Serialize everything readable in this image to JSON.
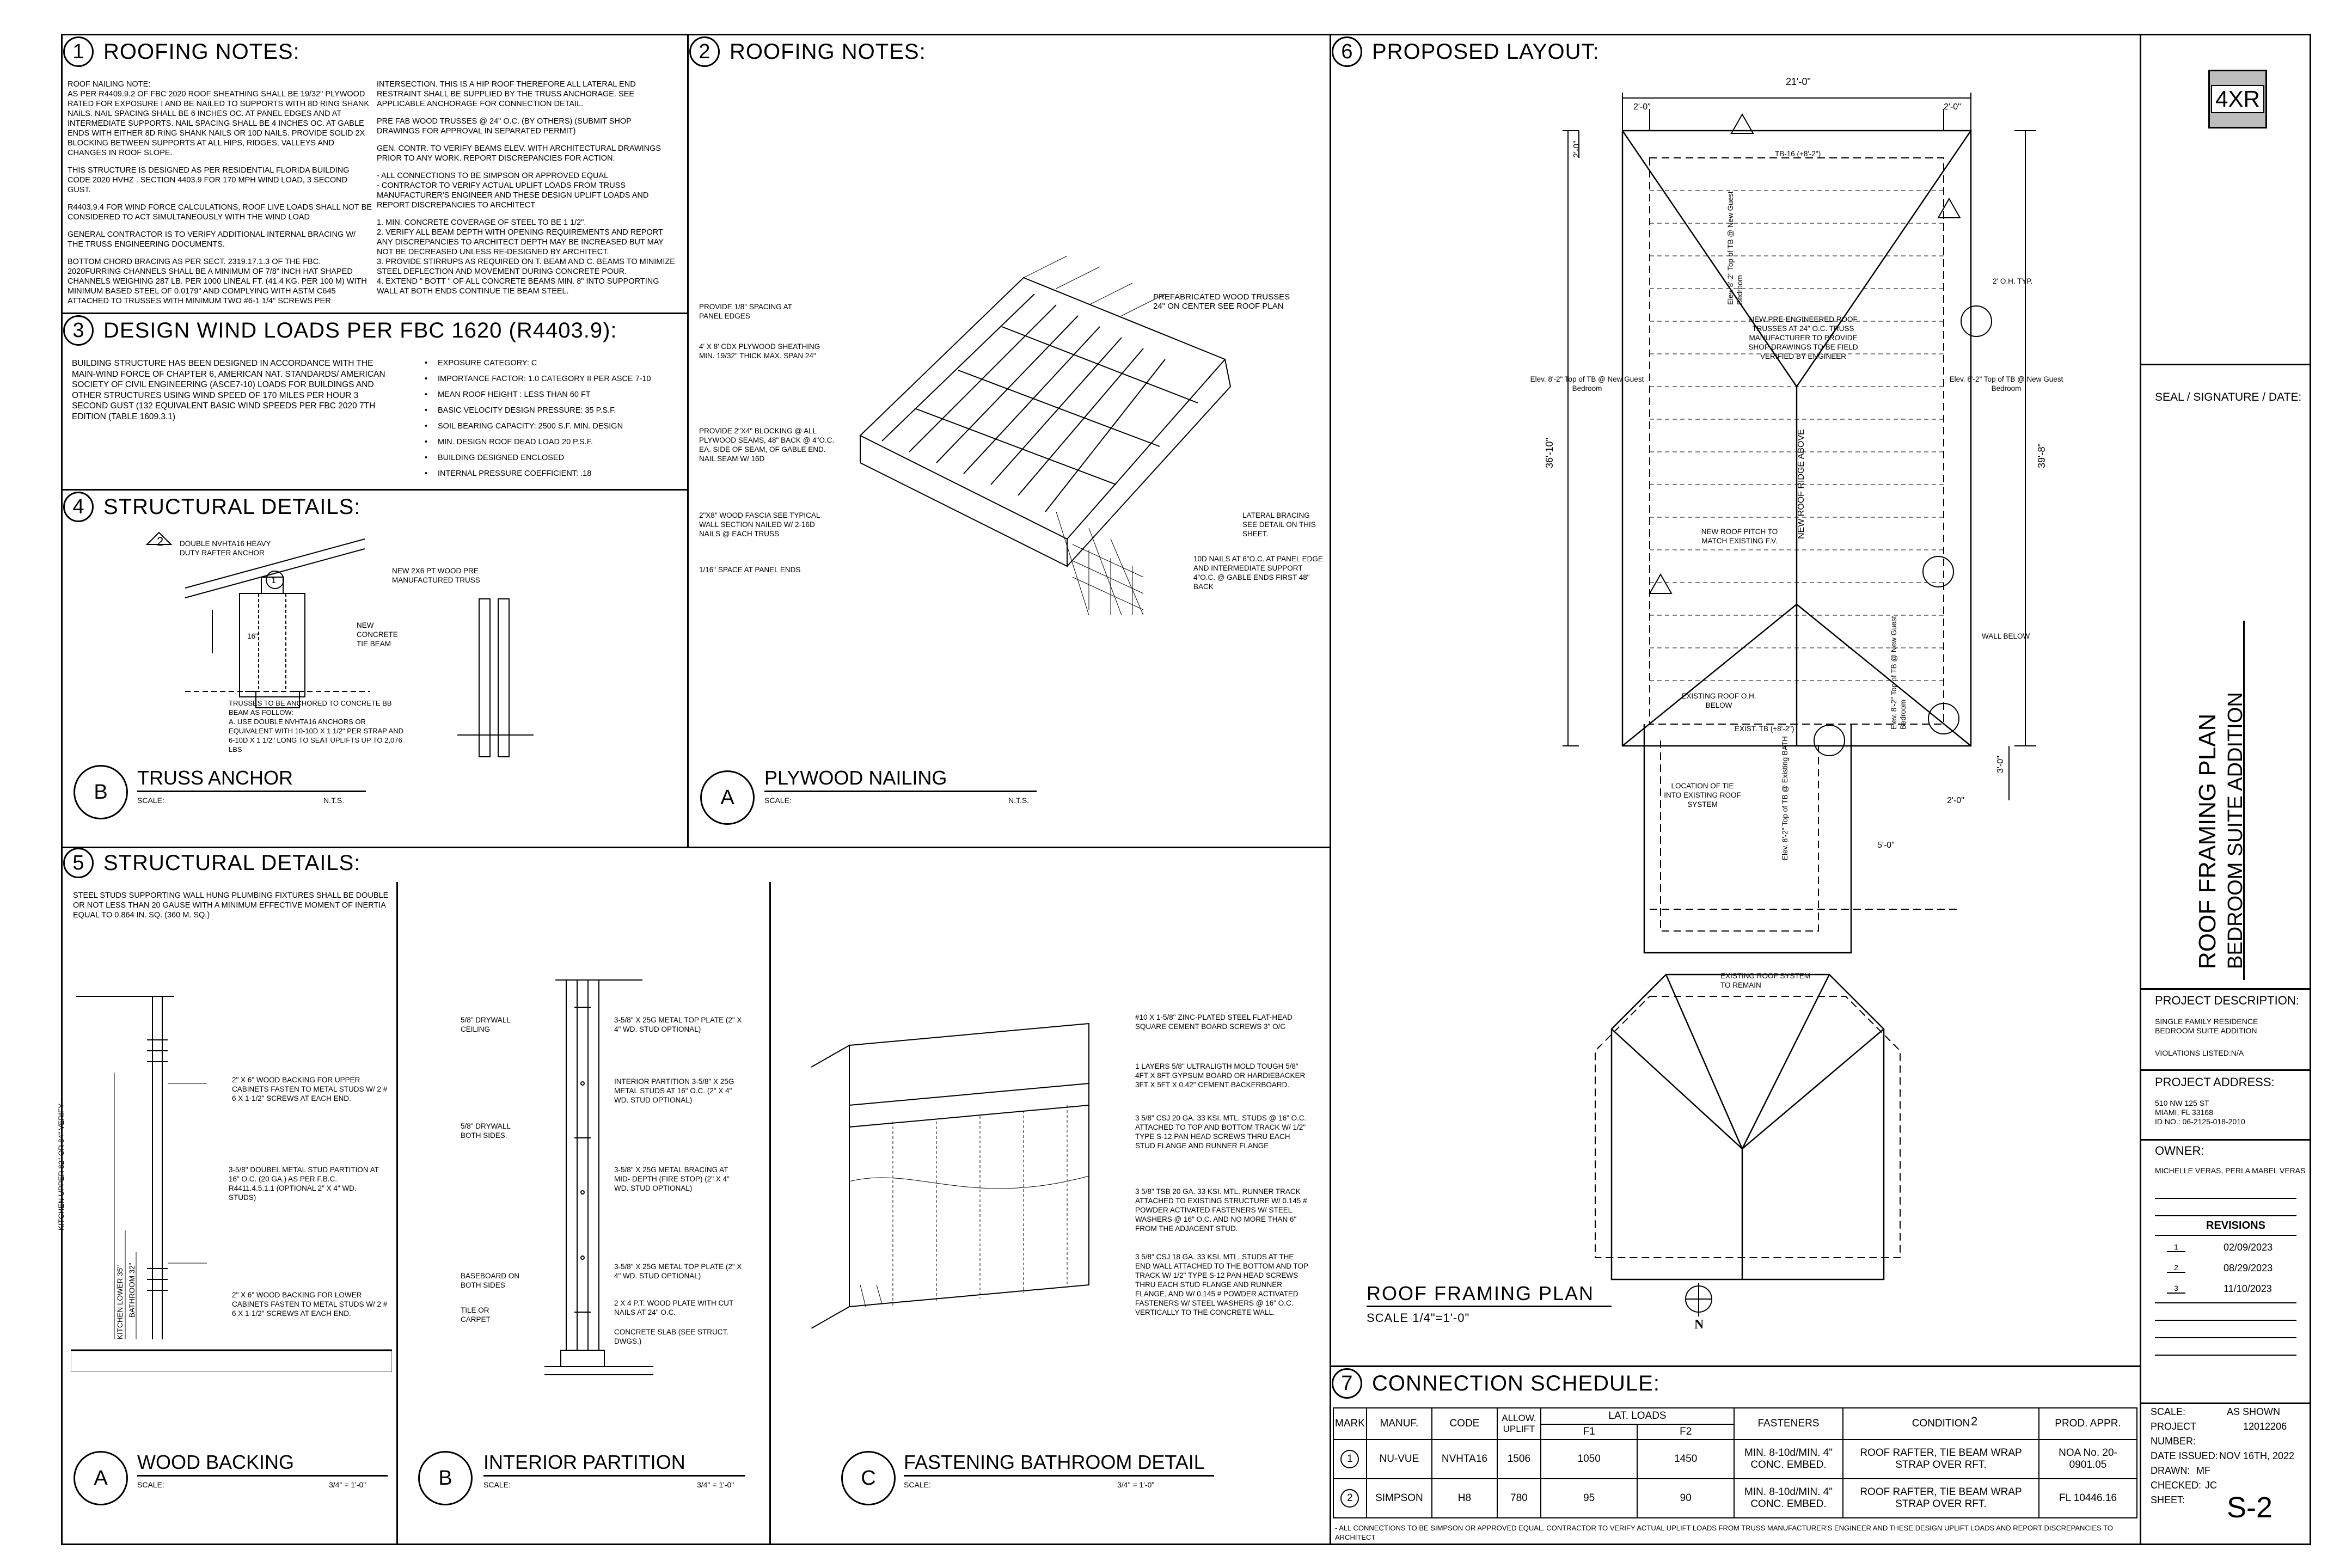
{
  "roofing_notes_1": {
    "number": "1",
    "title": "ROOFING NOTES:",
    "col1": [
      "ROOF NAILING NOTE:",
      "AS PER R4409.9.2 OF FBC 2020 ROOF SHEATHING SHALL BE 19/32\" PLYWOOD RATED FOR EXPOSURE I AND BE NAILED TO SUPPORTS WITH 8d RING SHANK NAILS. NAIL SPACING SHALL BE 6 INCHES OC. AT PANEL EDGES AND AT INTERMEDIATE SUPPORTS. NAIL SPACING SHALL BE 4 INCHES OC. AT GABLE ENDS WITH EITHER 8d RING SHANK NAILS OR 10d NAILS. PROVIDE SOLID 2x BLOCKING BETWEEN SUPPORTS AT ALL HIPS, RIDGES, VALLEYS AND CHANGES IN ROOF SLOPE.",
      "THIS STRUCTURE IS DESIGNED AS PER RESIDENTIAL FLORIDA BUILDING CODE 2020 HVHZ . SECTION 4403.9 FOR 170 MPH WIND LOAD, 3 SECOND GUST.",
      "R4403.9.4 FOR WIND FORCE CALCULATIONS, ROOF LIVE LOADS SHALL NOT BE CONSIDERED TO ACT SIMULTANEOUSLY WITH THE WIND LOAD",
      "GENERAL CONTRACTOR IS TO VERIFY ADDITIONAL INTERNAL BRACING W/ THE TRUSS ENGINEERING DOCUMENTS.",
      "BOTTOM CHORD BRACING AS PER SECT. 2319.17.1.3 OF THE FBC. 2020FURRING CHANNELS SHALL BE A MINIMUM OF 7/8\" INCH HAT SHAPED CHANNELS WEIGHING 287 LB. PER 1000 LINEAL FT. (41.4 kg. PER 100 m) WITH MINIMUM BASED STEEL OF 0.0179\" AND COMPLYING WITH ASTM C645 ATTACHED TO TRUSSES WITH MINIMUM TWO #6-1 1/4\" SCREWS PER"
    ],
    "col2": [
      "INTERSECTION. THIS IS A HIP ROOF THEREFORE ALL LATERAL END RESTRAINT SHALL BE SUPPLIED BY THE TRUSS ANCHORAGE. SEE APPLICABLE ANCHORAGE FOR CONNECTION DETAIL.",
      "PRE FAB WOOD TRUSSES @ 24\" O.C. (BY OTHERS) (SUBMIT SHOP DRAWINGS FOR APPROVAL IN SEPARATED PERMIT)",
      "GEN. CONTR. TO VERIFY BEAMS ELEV. WITH ARCHITECTURAL DRAWINGS PRIOR TO ANY WORK. REPORT DISCREPANCIES FOR ACTION.",
      "- ALL CONNECTIONS TO BE SIMPSON OR APPROVED EQUAL",
      "- CONTRACTOR TO VERIFY ACTUAL UPLIFT LOADS FROM TRUSS MANUFACTURER'S ENGINEER AND THESE DESIGN UPLIFT LOADS AND REPORT DISCREPANCIES TO ARCHITECT",
      "1. MIN. CONCRETE COVERAGE OF STEEL TO BE 1 1/2\".",
      "2. VERIFY ALL BEAM DEPTH WITH OPENING REQUIREMENTS AND REPORT ANY DISCREPANCIES TO ARCHITECT DEPTH MAY BE INCREASED BUT MAY NOT BE DECREASED UNLESS RE-DESIGNED BY ARCHITECT.",
      "3. PROVIDE STIRRUPS AS REQUIRED ON T. BEAM AND C. BEAMS TO MINIMIZE STEEL DEFLECTION AND MOVEMENT DURING CONCRETE POUR.",
      "4. EXTEND \" BOTT \" OF ALL CONCRETE BEAMS MIN. 8\" INTO SUPPORTING WALL AT BOTH ENDS CONTINUE TIE BEAM STEEL."
    ]
  },
  "roofing_notes_2": {
    "number": "2",
    "title": "ROOFING NOTES:",
    "labels": {
      "l1": "PROVIDE 1/8\" SPACING AT PANEL EDGES",
      "l2": "4' x 8' CDX PLYWOOD SHEATHING MIN. 19/32\" THICK MAX. SPAN 24\"",
      "l3": "PROVIDE 2\"x4\" BLOCKING @ ALL PLYWOOD SEAMS, 48\" BACK @ 4\"o.c. EA. SIDE OF SEAM, OF GABLE END. NAIL SEAM w/ 16d",
      "l4": "2\"x8\" WOOD FASCIA SEE TYPICAL WALL SECTION NAILED W/ 2-16d NAILS @ EACH TRUSS",
      "l5": "1/16\" SPACE AT PANEL ENDS",
      "r1": "PREFABRICATED WOOD TRUSSES 24\" ON CENTER SEE ROOF PLAN",
      "r2": "LATERAL BRACING SEE DETAIL ON THIS SHEET.",
      "r3": "10d NAILS AT 6\"o.c. AT PANEL EDGE AND INTERMEDIATE SUPPORT 4\"o.c. @ GABLE ENDS FIRST 48\" BACK"
    },
    "detail": {
      "letter": "A",
      "title": "PLYWOOD NAILING",
      "scale_label": "SCALE:",
      "scale_value": "N.T.S."
    }
  },
  "wind_loads": {
    "number": "3",
    "title": "DESIGN WIND LOADS PER FBC 1620 (R4403.9):",
    "text": "BUILDING STRUCTURE HAS BEEN DESIGNED IN ACCORDANCE WITH THE MAIN-WIND FORCE OF CHAPTER 6, AMERICAN NAT. STANDARDS/ AMERICAN SOCIETY OF CIVIL ENGINEERING (ASCE7-10) LOADS FOR BUILDINGS AND OTHER STRUCTURES USING WIND SPEED OF 170 MILES PER HOUR 3 SECOND GUST (132 EQUIVALENT BASIC WIND SPEEDS PER FBC 2020 7TH EDITION (TABLE 1609.3.1)",
    "bullets": [
      "EXPOSURE CATEGORY: C",
      "IMPORTANCE FACTOR: 1.0 CATEGORY II PER ASCE 7-10",
      "MEAN ROOF HEIGHT : LESS THAN 60 FT",
      "BASIC VELOCITY DESIGN PRESSURE: 35 P.S.F.",
      "SOIL BEARING CAPACITY: 2500 S.F. MIN. DESIGN",
      "MIN. DESIGN ROOF DEAD LOAD 20 P.S.F.",
      "BUILDING DESIGNED ENCLOSED",
      "INTERNAL PRESSURE COEFFICIENT: .18"
    ]
  },
  "structural_4": {
    "number": "4",
    "title": "STRUCTURAL DETAILS:",
    "labels": {
      "anchor": "DOUBLE NVHTA16 HEAVY DUTY RAFTER ANCHOR",
      "truss": "NEW 2X6 PT WOOD PRE MANUFACTURED TRUSS",
      "beam": "NEW CONCRETE TIE BEAM",
      "dim": "16\"",
      "note": "TRUSSES TO BE ANCHORED TO CONCRETE BB BEAM AS FOLLOW:\nA. USE DOUBLE NVHTA16 ANCHORS OR EQUIVALENT WITH 10-10d x 1 1/2\" PER STRAP AND 6-10d x 1 1/2\" LONG TO SEAT UPLIFTS UP TO 2,076 LBS"
    },
    "detail": {
      "letter": "B",
      "title": "TRUSS ANCHOR",
      "scale_label": "SCALE:",
      "scale_value": "N.T.S."
    }
  },
  "structural_5": {
    "number": "5",
    "title": "STRUCTURAL DETAILS:",
    "intro": "STEEL STUDS SUPPORTING WALL HUNG PLUMBING FIXTURES SHALL BE DOUBLE OR NOT LESS THAN 20 GAUSE WITH A MINIMUM EFFECTIVE MOMENT OF INERTIA EQUAL TO 0.864 IN. SQ. (360 m. sq.)",
    "wood_backing": {
      "labels": [
        "2\" x 6\" WOOD BACKING FOR UPPER CABINETS FASTEN TO METAL STUDS W/ 2 # 6 x 1-1/2\" SCREWS AT EACH END.",
        "3-5/8\" DOUBEL METAL STUD PARTITION AT 16\" O.C. (20 GA.) AS PER F.B.C. R4411.4.5.1.1 (OPTIONAL 2\" x 4\" WD. STUDS)",
        "2\" x 6\" WOOD BACKING FOR LOWER CABINETS FASTEN TO METAL STUDS W/ 2 # 6 x 1-1/2\" SCREWS AT EACH END."
      ],
      "vert": [
        "KITCHEN UPPER 82\" OR 84\" VERIFY",
        "KITCHEN LOWER 35\"",
        "BATHROOM 32\""
      ],
      "detail": {
        "letter": "A",
        "title": "WOOD BACKING",
        "scale_label": "SCALE:",
        "scale_value": "3/4\" = 1'-0\""
      }
    },
    "interior_partition": {
      "left": [
        "5/8\" DRYWALL CEILING",
        "5/8\" DRYWALL BOTH SIDES.",
        "BASEBOARD ON BOTH SIDES",
        "TILE OR CARPET"
      ],
      "right": [
        "3-5/8\" x 25g METAL TOP PLATE (2\" x 4\" WD. STUD OPTIONAL)",
        "INTERIOR PARTITION 3-5/8\" x 25g METAL STUDS AT 16\" O.C. (2\" x 4\" WD. STUD OPTIONAL)",
        "3-5/8\" x 25g METAL BRACING AT MID- DEPTH (FIRE STOP) (2\" x 4\" WD. STUD OPTIONAL)",
        "3-5/8\" x 25g METAL TOP PLATE (2\" x 4\" WD. STUD OPTIONAL)",
        "2 x 4 P.T. WOOD PLATE WITH CUT NAILS AT 24\" O.C.",
        "CONCRETE SLAB (SEE STRUCT. DWGS.)"
      ],
      "detail": {
        "letter": "B",
        "title": "INTERIOR PARTITION",
        "scale_label": "SCALE:",
        "scale_value": "3/4\" = 1'-0\""
      }
    },
    "fastening": {
      "labels": [
        "#10 X 1-5/8\" ZINC-PLATED STEEL FLAT-HEAD SQUARE CEMENT BOARD SCREWS 3\" O/C",
        "1 LAYERS 5/8\" ULTRALIGTH MOLD TOUGH 5/8\" 4FT X 8FT GYPSUM BOARD OR HARDIEBACKER 3FT X 5FT X 0.42\" CEMENT BACKERBOARD.",
        "3 5/8\" CSJ 20 GA. 33 KSI. MTL. STUDS @ 16\" O.C. ATTACHED TO TOP AND BOTTOM TRACK W/ 1/2\" TYPE S-12 PAN HEAD SCREWS THRU EACH STUD FLANGE AND RUNNER FLANGE",
        "3 5/8\" TSB 20 GA. 33 KSI. MTL. RUNNER TRACK ATTACHED TO EXISTING STRUCTURE W/ 0.145 # POWDER ACTIVATED FASTENERS W/ STEEL WASHERS @ 16\" O.C. AND NO MORE THAN 6\" FROM THE ADJACENT STUD.",
        "3 5/8\" CSJ 18 GA. 33 KSI. MTL. STUDS AT THE END WALL ATTACHED TO THE BOTTOM AND TOP TRACK W/ 1/2\" TYPE S-12 PAN HEAD SCREWS THRU EACH STUD FLANGE AND RUNNER FLANGE, AND W/ 0.145 # POWDER ACTIVATED FASTENERS W/ STEEL WASHERS @ 16\" O.C. VERTICALLY TO THE CONCRETE WALL."
      ],
      "detail": {
        "letter": "C",
        "title": "FASTENING BATHROOM DETAIL",
        "scale_label": "SCALE:",
        "scale_value": "3/4\" = 1'-0\""
      }
    }
  },
  "proposed_layout": {
    "number": "6",
    "title": "PROPOSED LAYOUT:",
    "dims": {
      "top": "21'-0\"",
      "tl": "2'-0\"",
      "tr": "2'-0\"",
      "left_top": "2'-0\"",
      "left": "36'-10\"",
      "right": "39'-8\"",
      "right_low": "3'-0\"",
      "bot1": "2'-0\"",
      "bot2": "5'-0\""
    },
    "labels": {
      "oh": "2' O.H. TYP.",
      "new_trusses": "NEW PRE-ENGINEERED ROOF TRUSSES AT 24\" O.C. TRUSS MANUFACTURER TO PROVIDE SHOP DRAWINGS TO BE FIELD VERIFIED BY ENGINEER",
      "elev_left": "Elev. 8'-2\" Top of TB @ New Guest Bedroom",
      "elev_right": "Elev. 8'-2\" Top of TB @ New Guest Bedroom",
      "elev_top": "Elev. 8'-2\" Top of TB @ New Guest Bedroom",
      "elev_mid": "Elev. 8'-2\" Top of TB @ New Guest Bedroom",
      "elev_bath": "Elev. 8'-2\" Top of TB @ Existing BATH",
      "ridge": "NEW ROOF RIDGE ABOVE",
      "pitch": "NEW ROOF PITCH TO MATCH EXISTING F.V.",
      "wall_below": "WALL BELOW",
      "existing_oh": "EXISTING ROOF O.H. BELOW",
      "exist_tb": "EXIST. TB (+8'-2\")",
      "location_tie": "LOCATION OF TIE INTO EXISTING ROOF SYSTEM",
      "existing_remain": "EXISTING ROOF SYSTEM TO REMAIN",
      "tb16": "TB-16 (+8'-2\")"
    },
    "plan_title": "ROOF FRAMING PLAN",
    "plan_scale": "SCALE 1/4\"=1'-0\"",
    "north": "N"
  },
  "connection_schedule": {
    "number": "7",
    "title": "CONNECTION SCHEDULE:",
    "headers": {
      "mark": "MARK",
      "manuf": "MANUF.",
      "code": "CODE",
      "uplift": "ALLOW. UPLIFT",
      "lat": "LAT. LOADS",
      "f1": "F1",
      "f2": "F2",
      "fasteners": "FASTENERS",
      "condition": "CONDITION",
      "prod": "PROD. APPR."
    },
    "rows": [
      {
        "mark": "1",
        "manuf": "NU-VUE",
        "code": "NVHTA16",
        "uplift": "1506",
        "f1": "1050",
        "f2": "1450",
        "fasteners": "MIN. 8-10d/MIN. 4\" CONC. EMBED.",
        "condition": "ROOF RAFTER, TIE BEAM WRAP STRAP OVER RFT.",
        "prod": "NOA No. 20-0901.05"
      },
      {
        "mark": "2",
        "manuf": "SIMPSON",
        "code": "H8",
        "uplift": "780",
        "f1": "95",
        "f2": "90",
        "fasteners": "MIN. 8-10d/MIN. 4\" CONC. EMBED.",
        "condition": "ROOF RAFTER, TIE BEAM WRAP STRAP OVER RFT.",
        "prod": "FL 10446.16"
      }
    ],
    "revision_tag": "2",
    "footnote": "- ALL CONNECTIONS TO BE SIMPSON OR APPROVED EQUAL. CONTRACTOR TO VERIFY ACTUAL UPLIFT LOADS FROM TRUSS MANUFACTURER'S ENGINEER AND THESE DESIGN UPLIFT LOADS AND REPORT DISCREPANCIES TO ARCHITECT"
  },
  "title_block": {
    "logo": "4XR",
    "seal": "SEAL / SIGNATURE / DATE:",
    "sheet_title": "ROOF FRAMING PLAN",
    "sheet_subtitle": "BEDROOM SUITE ADDITION",
    "project_desc_label": "PROJECT DESCRIPTION:",
    "project_desc": "SINGLE FAMILY RESIDENCE\nBEDROOM SUITE ADDITION",
    "violations": "VIOLATIONS LISTED:N/A",
    "address_label": "PROJECT ADDRESS:",
    "address": "510 NW 125 ST\nMIAMI, FL 33168\nID No.: 06-2125-018-2010",
    "owner_label": "OWNER:",
    "owner": "MICHELLE VERAS, PERLA MABEL VERAS",
    "revisions_label": "REVISIONS",
    "revisions": [
      {
        "num": "1",
        "date": "02/09/2023"
      },
      {
        "num": "2",
        "date": "08/29/2023"
      },
      {
        "num": "3",
        "date": "11/10/2023"
      }
    ],
    "scale_label": "SCALE:",
    "scale": "AS SHOWN",
    "project_number_label": "PROJECT NUMBER:",
    "project_number": "12012206",
    "date_label": "DATE ISSUED:",
    "date": "NOV 16TH, 2022",
    "drawn_label": "DRAWN:",
    "drawn": "MF",
    "checked_label": "CHECKED:",
    "checked": "JC",
    "sheet_label": "SHEET:",
    "sheet": "S-2"
  }
}
